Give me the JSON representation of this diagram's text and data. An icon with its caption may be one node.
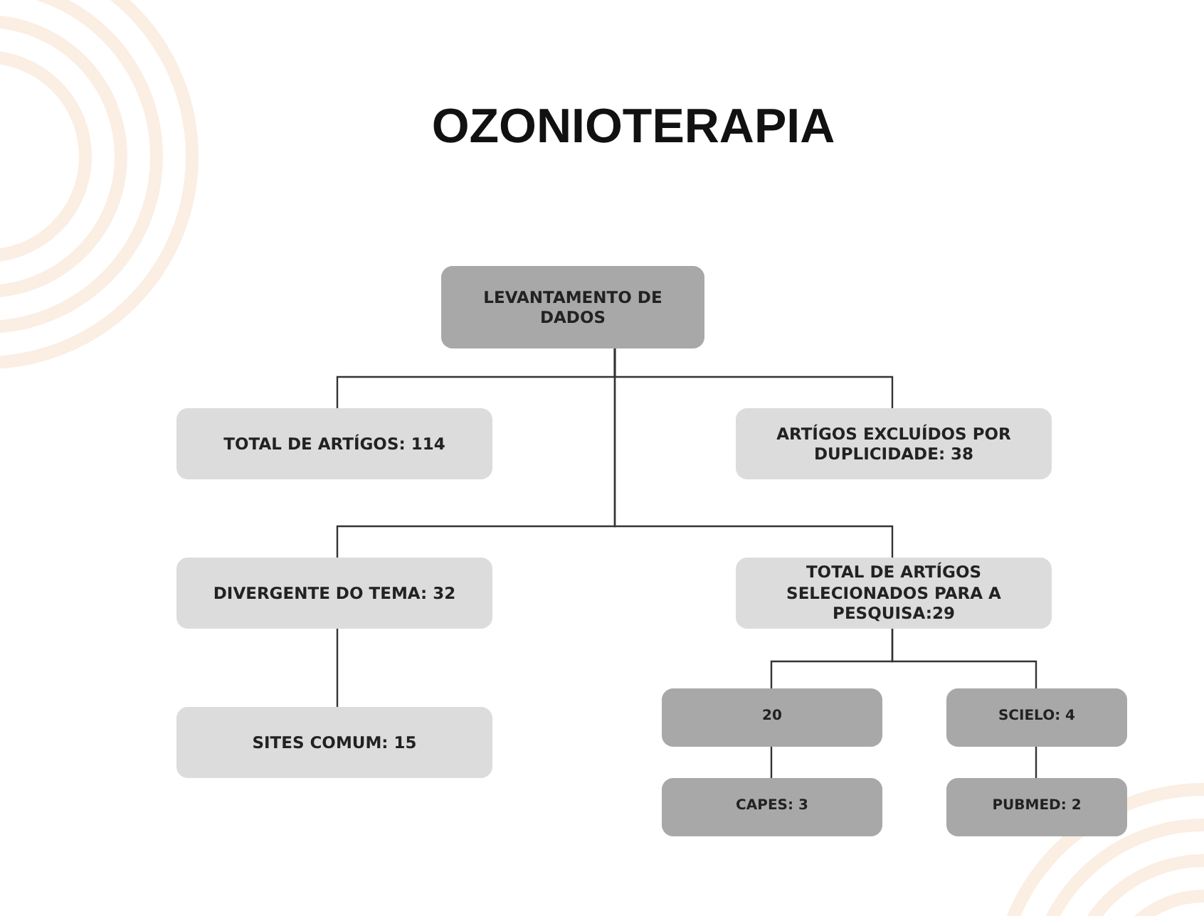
{
  "diagram": {
    "title": "OZONIOTERAPIA",
    "nodes": [
      {
        "text": [
          "LEVANTAMENTO DE DADOS"
        ]
      },
      {
        "text": [
          "TOTAL DE ARTÍGOS: 114"
        ]
      },
      {
        "text": [
          "ARTÍGOS EXCLUÍDOS POR DUPLICIDADE: 38"
        ]
      },
      {
        "text": [
          "DIVERGENTE DO TEMA: 32"
        ]
      },
      {
        "text": [
          "TOTAL DE ARTÍGOS SELECIONADOS PARA A PESQUISA:29"
        ]
      },
      {
        "text": [
          "SITES COMUM: 15"
        ]
      },
      {
        "text": [
          "20"
        ]
      },
      {
        "text": [
          "SCIELO: 4"
        ]
      },
      {
        "text": [
          "CAPES: 3"
        ]
      },
      {
        "text": [
          "PUBMED: 2"
        ]
      }
    ],
    "edges": [
      {
        "from": 0,
        "to": 1,
        "arrow": "none"
      },
      {
        "from": 0,
        "to": 2,
        "arrow": "none"
      },
      {
        "from": 0,
        "to": 3,
        "arrow": "none"
      },
      {
        "from": 0,
        "to": 4,
        "arrow": "none"
      },
      {
        "from": 3,
        "to": 5,
        "arrow": "none"
      },
      {
        "from": 4,
        "to": 6,
        "arrow": "none"
      },
      {
        "from": 4,
        "to": 7,
        "arrow": "none"
      },
      {
        "from": 6,
        "to": 8,
        "arrow": "none"
      },
      {
        "from": 7,
        "to": 9,
        "arrow": "none"
      }
    ]
  }
}
